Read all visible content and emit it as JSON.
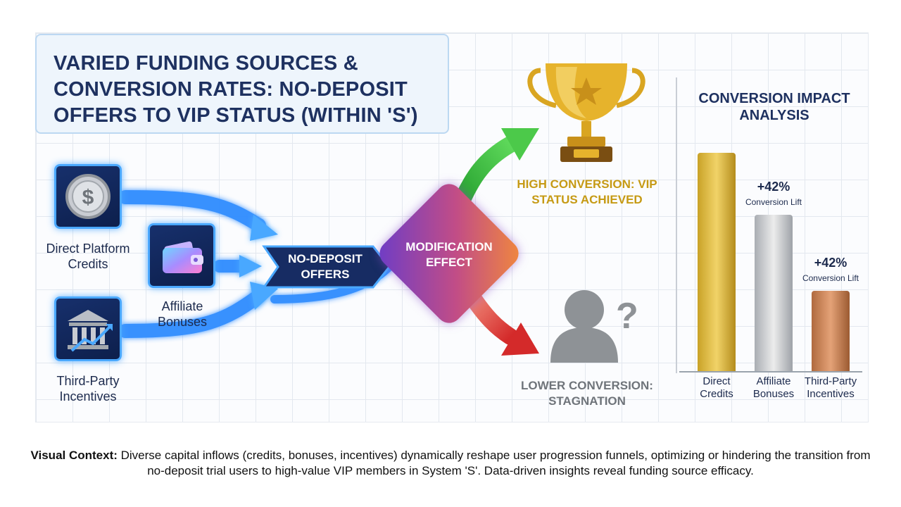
{
  "title": "VARIED FUNDING SOURCES & CONVERSION RATES: NO-DEPOSIT OFFERS TO VIP STATUS (WITHIN 'S')",
  "sources": [
    {
      "label": "Direct Platform Credits",
      "icon": "dollar-coin-icon"
    },
    {
      "label": "Affiliate Bonuses",
      "icon": "wallet-icon"
    },
    {
      "label": "Third-Party Incentives",
      "icon": "bank-growth-icon"
    }
  ],
  "hub_label": "NO-DEPOSIT OFFERS",
  "modifier_label": "MODIFICATION EFFECT",
  "outcomes": {
    "high": "HIGH CONVERSION: VIP STATUS ACHIEVED",
    "low": "LOWER CONVERSION: STAGNATION"
  },
  "colors": {
    "navy": "#1e3160",
    "flow_blue": "#2f8cff",
    "up_green": "#35b534",
    "down_red": "#d83535",
    "gold": "#c69a14",
    "gray": "#6f747a"
  },
  "chart_data": {
    "type": "bar",
    "title": "CONVERSION IMPACT ANALYSIS",
    "categories": [
      "Direct Credits",
      "Affiliate Bonuses",
      "Third-Party Incentives"
    ],
    "values": [
      310,
      222,
      114
    ],
    "annotations": [
      null,
      {
        "value": "+42%",
        "label": "Conversion Lift"
      },
      {
        "value": "+42%",
        "label": "Conversion Lift"
      }
    ],
    "grid": false,
    "axis_labels": false
  },
  "footer": {
    "label": "Visual Context:",
    "text": " Diverse capital inflows (credits, bonuses, incentives) dynamically reshape user progression funnels, optimizing or hindering the transition from no-deposit trial users to high-value VIP members in System 'S'. Data-driven insights reveal funding source efficacy."
  }
}
